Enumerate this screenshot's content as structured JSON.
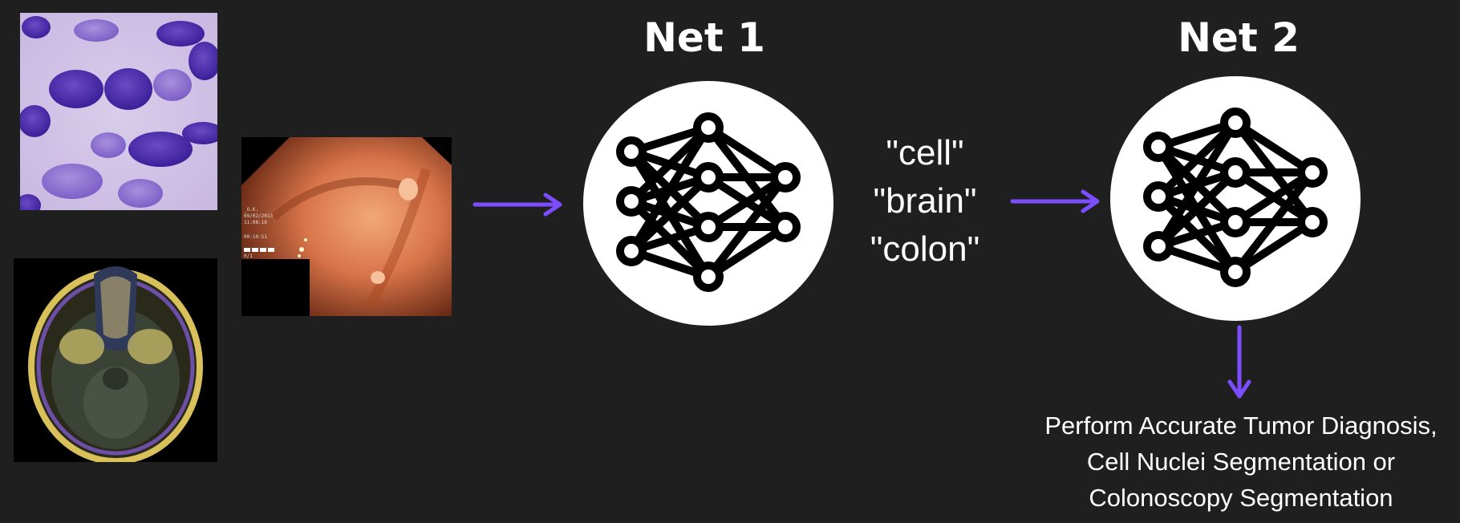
{
  "net1": {
    "title": "Net 1"
  },
  "net2": {
    "title": "Net 2"
  },
  "keywords": [
    "\"cell\"",
    "\"brain\"",
    "\"colon\""
  ],
  "result_lines": [
    "Perform Accurate Tumor Diagnosis,",
    "Cell Nuclei Segmentation or",
    "Colonoscopy Segmentation"
  ],
  "colonoscopy_overlay": [
    "_O.K.",
    "09/02/2013",
    "11:08:18",
    "00:10:51",
    "0/1"
  ],
  "colors": {
    "arrow": "#7b4dff",
    "background": "#1f1f1f",
    "circle": "#ffffff",
    "network": "#000000"
  },
  "images": [
    "cell-nuclei-histology",
    "brain-mri-axial",
    "colonoscopy-frame"
  ]
}
